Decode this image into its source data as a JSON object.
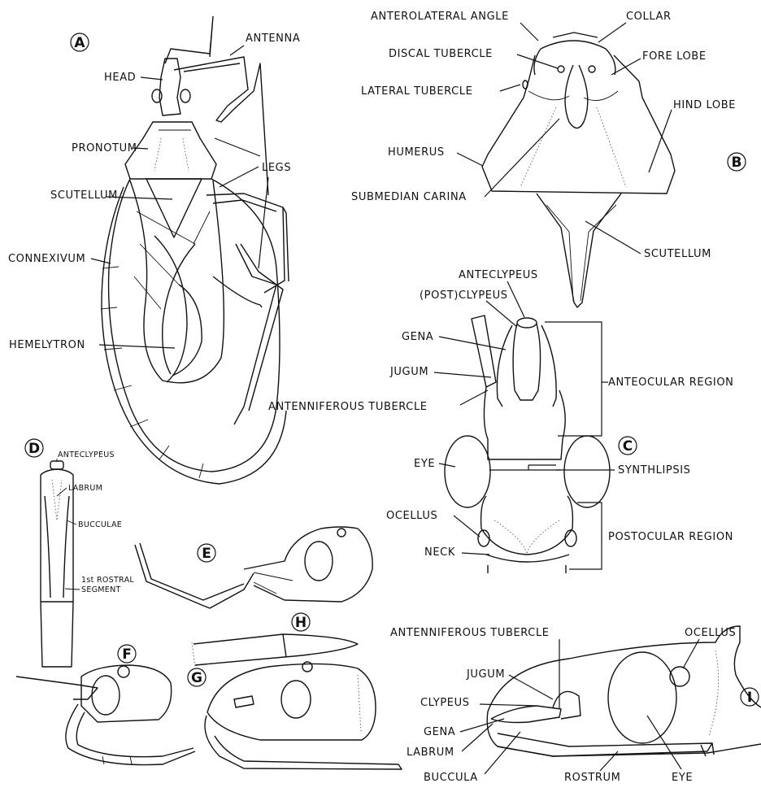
{
  "panels": [
    "A",
    "B",
    "C",
    "D",
    "E",
    "F",
    "G",
    "H",
    "I"
  ],
  "labels": {
    "a_antenna": "ANTENNA",
    "a_head": "HEAD",
    "a_pronotum": "PRONOTUM",
    "a_legs": "LEGS",
    "a_scutellum": "SCUTELLUM",
    "a_connexivum": "CONNEXIVUM",
    "a_hemelytron": "HEMELYTRON",
    "b_anterolateral_angle": "ANTEROLATERAL ANGLE",
    "b_collar": "COLLAR",
    "b_discal_tubercle": "DISCAL TUBERCLE",
    "b_fore_lobe": "FORE LOBE",
    "b_lateral_tubercle": "LATERAL TUBERCLE",
    "b_hind_lobe": "HIND LOBE",
    "b_humerus": "HUMERUS",
    "b_submedian_carina": "SUBMEDIAN CARINA",
    "b_scutellum": "SCUTELLUM",
    "c_anteclypeus": "ANTECLYPEUS",
    "c_postclypeus": "(POST)CLYPEUS",
    "c_gena": "GENA",
    "c_jugum": "JUGUM",
    "c_anteocular_region": "ANTEOCULAR REGION",
    "c_antenniferous_tubercle": "ANTENNIFEROUS TUBERCLE",
    "c_eye": "EYE",
    "c_synthlipsis": "SYNTHLIPSIS",
    "c_ocellus": "OCELLUS",
    "c_postocular_region": "POSTOCULAR REGION",
    "c_neck": "NECK",
    "d_anteclypeus": "ANTECLYPEUS",
    "d_labrum": "LABRUM",
    "d_bucculae": "BUCCULAE",
    "d_rostral_1": "1st ROSTRAL",
    "d_rostral_2": "SEGMENT",
    "i_ocellus": "OCELLUS",
    "i_antenniferous_tubercle": "ANTENNIFEROUS TUBERCLE",
    "i_jugum": "JUGUM",
    "i_clypeus": "CLYPEUS",
    "i_gena": "GENA",
    "i_labrum": "LABRUM",
    "i_buccula": "BUCCULA",
    "i_rostrum": "ROSTRUM",
    "i_eye": "EYE"
  }
}
